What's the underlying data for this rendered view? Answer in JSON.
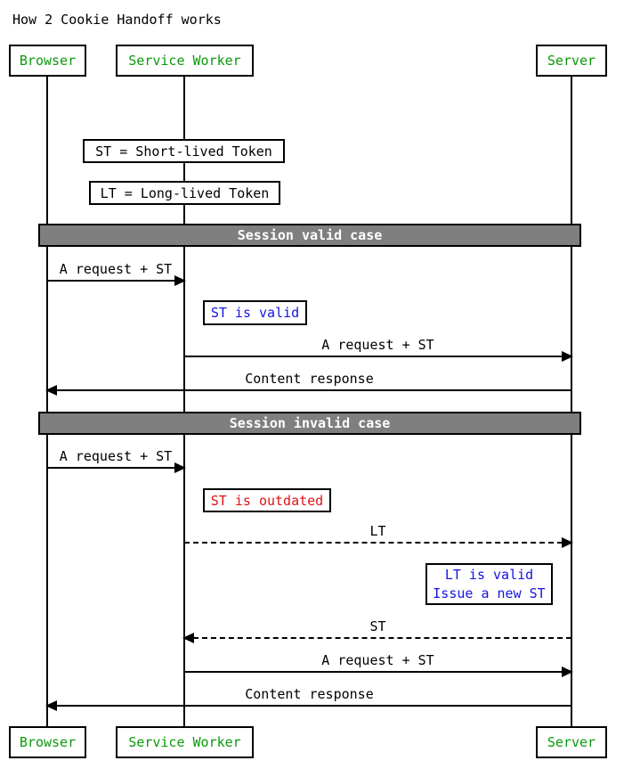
{
  "title": "How 2 Cookie Handoff works",
  "actors": [
    {
      "label": "Browser"
    },
    {
      "label": "Service Worker"
    },
    {
      "label": "Server"
    }
  ],
  "legend_notes": [
    {
      "label": "ST = Short-lived Token"
    },
    {
      "label": "LT = Long-lived Token"
    }
  ],
  "sections": [
    {
      "label": "Session valid case"
    },
    {
      "label": "Session invalid case"
    }
  ],
  "messages": [
    {
      "label": "A request + ST",
      "from": "Browser",
      "to": "Service Worker",
      "line": "solid"
    },
    {
      "label": "A request + ST",
      "from": "Service Worker",
      "to": "Server",
      "line": "solid"
    },
    {
      "label": "Content response",
      "from": "Server",
      "to": "Browser",
      "line": "solid"
    },
    {
      "label": "A request + ST",
      "from": "Browser",
      "to": "Service Worker",
      "line": "solid"
    },
    {
      "label": "LT",
      "from": "Service Worker",
      "to": "Server",
      "line": "dashed"
    },
    {
      "label": "ST",
      "from": "Server",
      "to": "Service Worker",
      "line": "dashed"
    },
    {
      "label": "A request + ST",
      "from": "Service Worker",
      "to": "Server",
      "line": "solid"
    },
    {
      "label": "Content response",
      "from": "Server",
      "to": "Browser",
      "line": "solid"
    }
  ],
  "state_notes": [
    {
      "label": "ST is valid",
      "status_color": "#1414e0"
    },
    {
      "label": "ST is outdated",
      "status_color": "#e01414"
    },
    {
      "lines": [
        "LT is valid",
        "Issue a new ST"
      ],
      "status_color": "#1414e0"
    }
  ],
  "colors": {
    "actor_text": "#0a9a0a",
    "note_valid_text": "#1414e0",
    "note_error_text": "#e01414",
    "section_bar_fill": "#7f7f7f",
    "section_bar_text": "#ffffff",
    "line": "#000000",
    "background": "#ffffff"
  }
}
